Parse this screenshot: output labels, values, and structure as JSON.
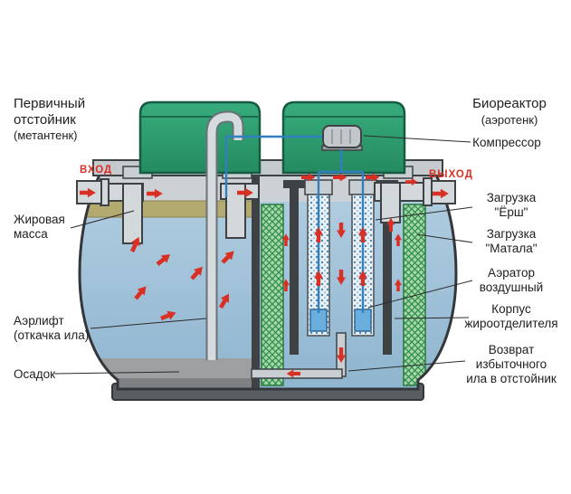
{
  "left_labels": {
    "primary_line1": "Первичный",
    "primary_line2": "отстойник",
    "primary_line3": "(метантенк)",
    "fat_line1": "Жировая",
    "fat_line2": "масса",
    "airlift_line1": "Аэрлифт",
    "airlift_line2": "(откачка ила)",
    "sediment": "Осадок"
  },
  "right_labels": {
    "bioreactor_line1": "Биореактор",
    "bioreactor_line2": "(аэротенк)",
    "compressor": "Компрессор",
    "ersh_line1": "Загрузка",
    "ersh_line2": "\"Ёрш\"",
    "matala_line1": "Загрузка",
    "matala_line2": "\"Матала\"",
    "aerator_line1": "Аэратор",
    "aerator_line2": "воздушный",
    "grease_line1": "Корпус",
    "grease_line2": "жироотделителя",
    "return_line1": "Возврат",
    "return_line2": "избыточного",
    "return_line3": "ила в отстойник"
  },
  "flow_labels": {
    "inlet": "ВХОД",
    "outlet": "ВЫХОД"
  },
  "colors": {
    "arrow_red": "#d93025",
    "cover_green": "#2fa273",
    "cover_green_dark": "#155c43",
    "water_blue": "#a3c4da",
    "matala_green": "#a8d6ab",
    "matala_line_green": "#2f8f4a",
    "fat_olive": "#b3aa70",
    "sediment_gray": "#9d9fa1",
    "pipe_gray": "#d3d8db",
    "metal_dark": "#3f4245",
    "air_line_blue": "#2f7fc1",
    "text_dark": "#1e1e1e"
  }
}
